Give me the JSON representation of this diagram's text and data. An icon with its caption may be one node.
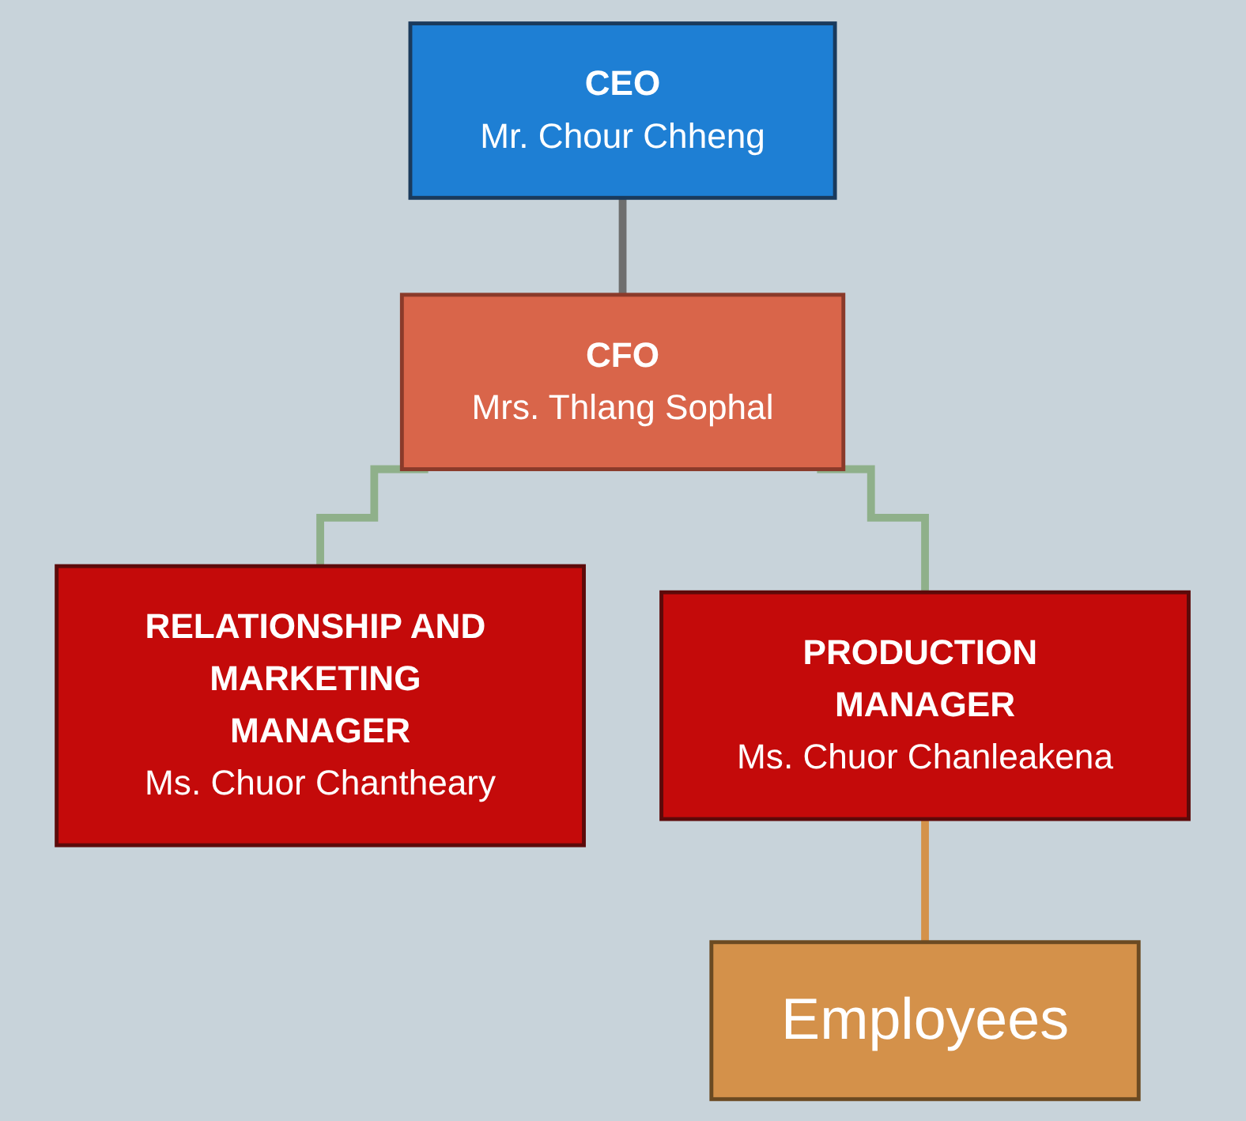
{
  "diagram": {
    "nodes": [
      {
        "text": [
          "CEO",
          "Mr. Chour Chheng"
        ]
      },
      {
        "text": [
          "CFO",
          "Mrs. Thlang Sophal"
        ]
      },
      {
        "text": [
          "RELATIONSHIP AND MARKETING MANAGER",
          "Ms. Chuor Chantheary"
        ]
      },
      {
        "text": [
          "PRODUCTION MANAGER",
          "Ms. Chuor Chanleakena"
        ]
      },
      {
        "text": [
          "Employees"
        ]
      }
    ],
    "edges": [
      {
        "from": 0,
        "to": 1,
        "arrow": "none",
        "color": "#6e6e6e"
      },
      {
        "from": 1,
        "to": 2,
        "arrow": "none"
      },
      {
        "from": 1,
        "to": 3,
        "arrow": "none"
      },
      {
        "from": 3,
        "to": 4,
        "arrow": "none",
        "color": "#d4924a"
      }
    ]
  }
}
